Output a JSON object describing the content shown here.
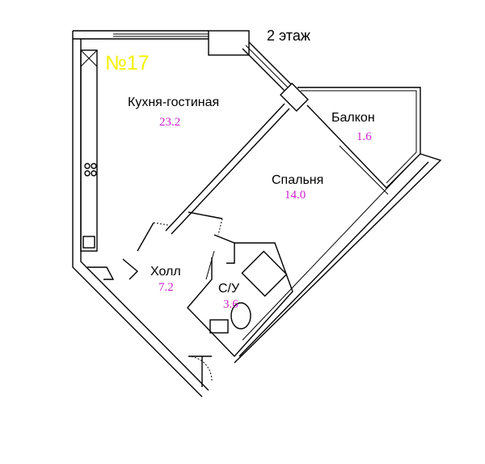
{
  "floor_label": "2 этаж",
  "unit_number": "№17",
  "colors": {
    "unit_number": "#f2f200",
    "area_value": "#cc22cc",
    "wall": "#000000",
    "background": "#ffffff"
  },
  "rooms": {
    "kitchen": {
      "name": "Кухня-гостиная",
      "area": "23.2"
    },
    "balcony": {
      "name": "Балкон",
      "area": "1.6"
    },
    "bedroom": {
      "name": "Спальня",
      "area": "14.0"
    },
    "hall": {
      "name": "Холл",
      "area": "7.2"
    },
    "bathroom": {
      "name": "С/У",
      "area": "3.6"
    }
  }
}
